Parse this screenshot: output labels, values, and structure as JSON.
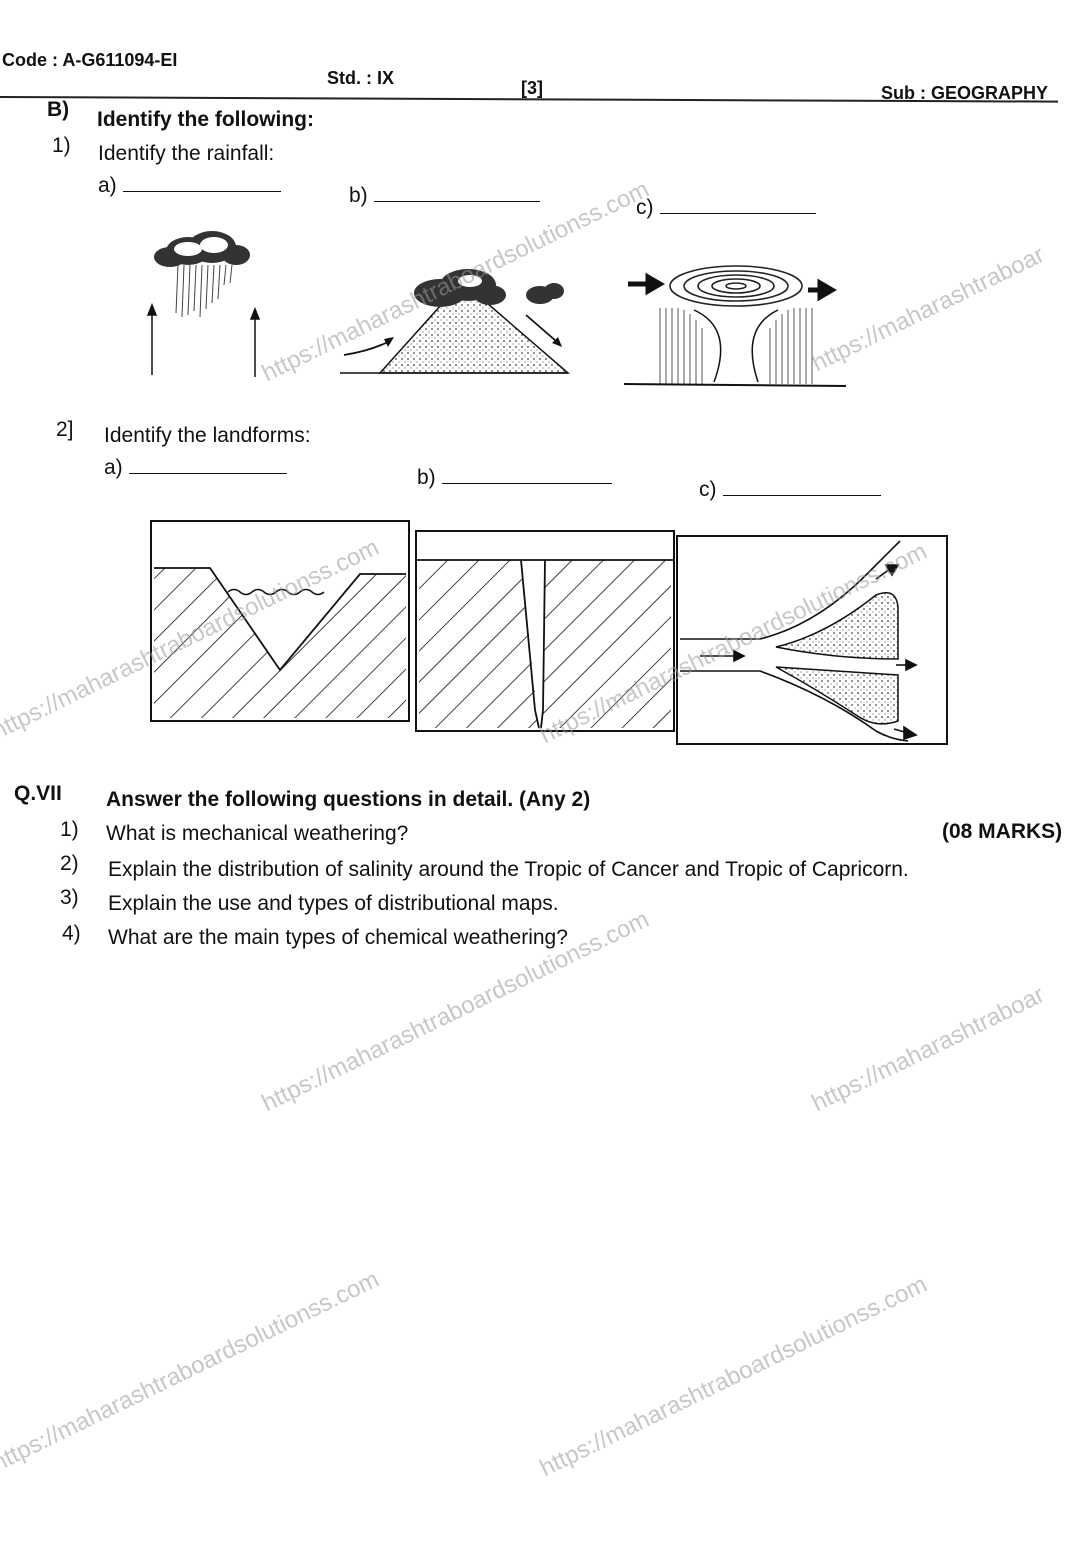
{
  "header": {
    "code": "Code : A-G611094-EI",
    "std": "Std. : IX",
    "page": "[3]",
    "subject": "Sub : GEOGRAPHY"
  },
  "section_b": {
    "label": "B)",
    "title": "Identify the following:",
    "q1": {
      "num": "1)",
      "text": "Identify the rainfall:",
      "options": [
        "a)",
        "b)",
        "c)"
      ]
    },
    "q2": {
      "num": "2]",
      "text": "Identify the landforms:",
      "options": [
        "a)",
        "b)",
        "c)"
      ]
    }
  },
  "q7": {
    "label": "Q.VII",
    "title": "Answer the following questions in detail. (Any 2)",
    "marks": "(08 MARKS)",
    "questions": [
      {
        "num": "1)",
        "text": "What is mechanical weathering?"
      },
      {
        "num": "2)",
        "text": "Explain the distribution of salinity around the Tropic of Cancer and Tropic of Capricorn."
      },
      {
        "num": "3)",
        "text": "Explain the use and types of distributional maps."
      },
      {
        "num": "4)",
        "text": "What are the main types of chemical weathering?"
      }
    ]
  },
  "watermark": {
    "text": "https://maharashtraboardsolutionss.com"
  }
}
